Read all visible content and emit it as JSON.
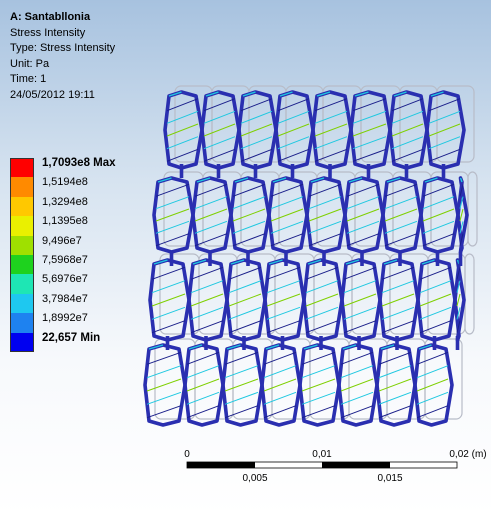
{
  "result_header": {
    "title": "A: Santabllonia",
    "result_name": "Stress Intensity",
    "type_line": "Type: Stress Intensity",
    "unit_line": "Unit: Pa",
    "time_line": "Time: 1",
    "date_line": "24/05/2012 19:11"
  },
  "legend": {
    "entries": [
      {
        "label": "1,7093e8 Max",
        "color": "#ff0000",
        "bold": true
      },
      {
        "label": "1,5194e8",
        "color": "#ff8a00",
        "bold": false
      },
      {
        "label": "1,3294e8",
        "color": "#ffc800",
        "bold": false
      },
      {
        "label": "1,1395e8",
        "color": "#eaf000",
        "bold": false
      },
      {
        "label": "9,496e7",
        "color": "#9fe000",
        "bold": false
      },
      {
        "label": "7,5968e7",
        "color": "#1ed21e",
        "bold": false
      },
      {
        "label": "5,6976e7",
        "color": "#1ee6b4",
        "bold": false
      },
      {
        "label": "3,7984e7",
        "color": "#1ec8f0",
        "bold": false
      },
      {
        "label": "1,8992e7",
        "color": "#1e82f0",
        "bold": false
      },
      {
        "label": "22,657 Min",
        "color": "#0000f0",
        "bold": true
      }
    ]
  },
  "scale_bar": {
    "top_labels": [
      "0",
      "0,01",
      "0,02 (m)"
    ],
    "bottom_labels": [
      "0,005",
      "0,015"
    ]
  },
  "colors": {
    "mesh_edge": "#2a2fb0",
    "mesh_edge_dark": "#1a1f8a",
    "mesh_green": "#7ed000",
    "mesh_cyan": "#1ec8e0",
    "ghost": "#b8bcc8"
  }
}
